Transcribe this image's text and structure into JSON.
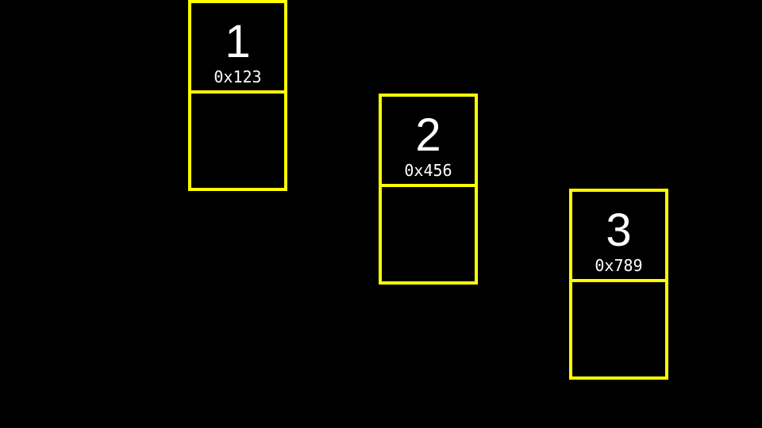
{
  "colors": {
    "background": "#000000",
    "node_border": "#FFFF00",
    "text": "#FFFFFF"
  },
  "nodes": [
    {
      "value": "1",
      "address": "0x123"
    },
    {
      "value": "2",
      "address": "0x456"
    },
    {
      "value": "3",
      "address": "0x789"
    }
  ]
}
